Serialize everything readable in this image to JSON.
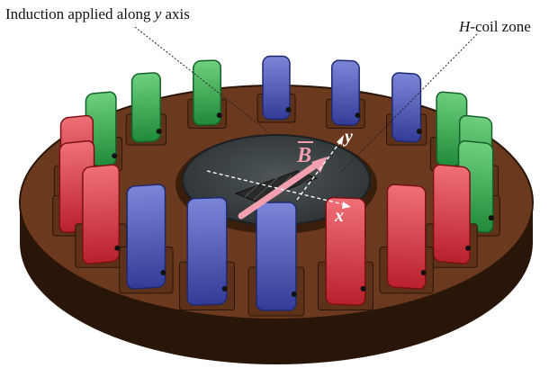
{
  "labels": {
    "induction_prefix": "Induction applied along ",
    "induction_axis": "y",
    "induction_suffix": " axis",
    "hcoil_symbol": "H",
    "hcoil_suffix": "-coil zone"
  },
  "axes": {
    "x": "x",
    "y": "y",
    "field_vector": "B"
  },
  "colors": {
    "core": "#6b3a1e",
    "core_dark": "#3a1e0c",
    "phase_blue": "#4a55b8",
    "phase_red": "#d8404a",
    "phase_green": "#2ea84a",
    "center": "#3e4548",
    "field_vector": "#f2a0b0"
  }
}
